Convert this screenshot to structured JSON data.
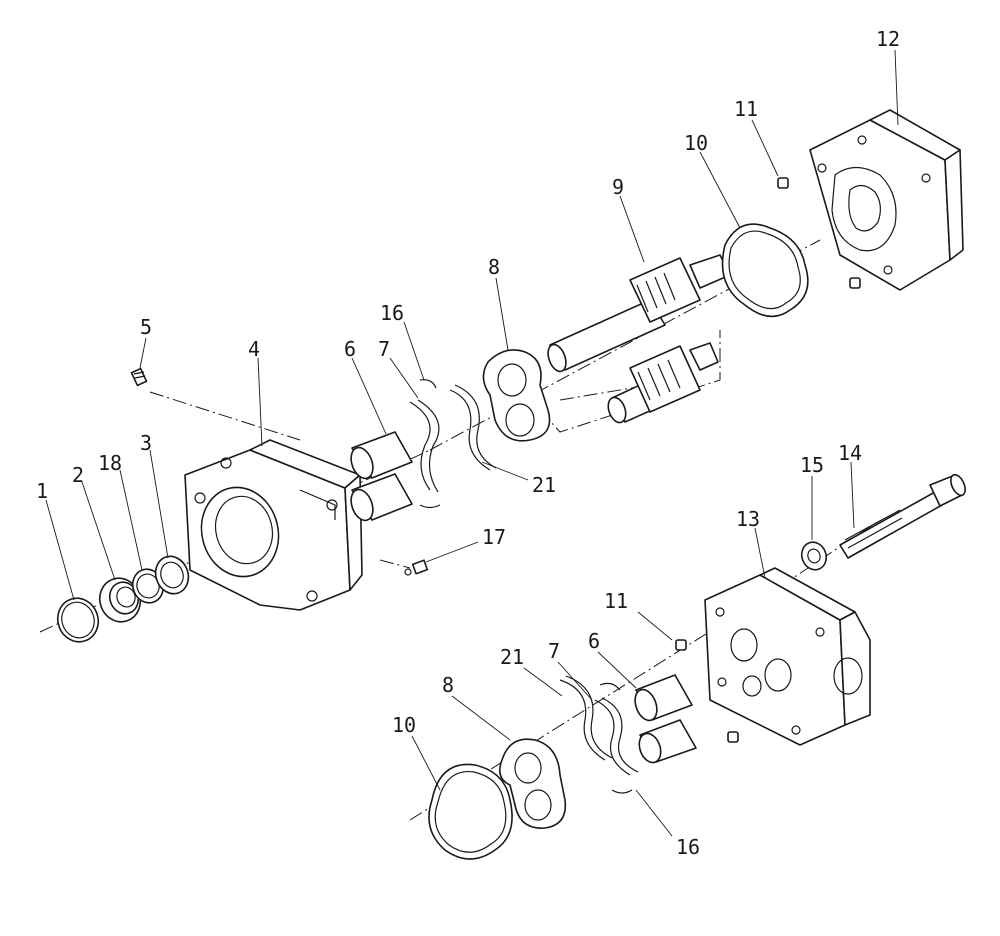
{
  "callouts": {
    "c1": "1",
    "c2": "2",
    "c18": "18",
    "c3": "3",
    "c5": "5",
    "c4": "4",
    "c6a": "6",
    "c7a": "7",
    "c16a": "16",
    "c8a": "8",
    "c9": "9",
    "c10a": "10",
    "c11a": "11",
    "c12": "12",
    "c21a": "21",
    "c17": "17",
    "c15": "15",
    "c14": "14",
    "c13": "13",
    "c11b": "11",
    "c6b": "6",
    "c7b": "7",
    "c21b": "21",
    "c8b": "8",
    "c10b": "10",
    "c16b": "16"
  },
  "colors": {
    "ink": "#1a1a1a",
    "paper": "#ffffff"
  }
}
